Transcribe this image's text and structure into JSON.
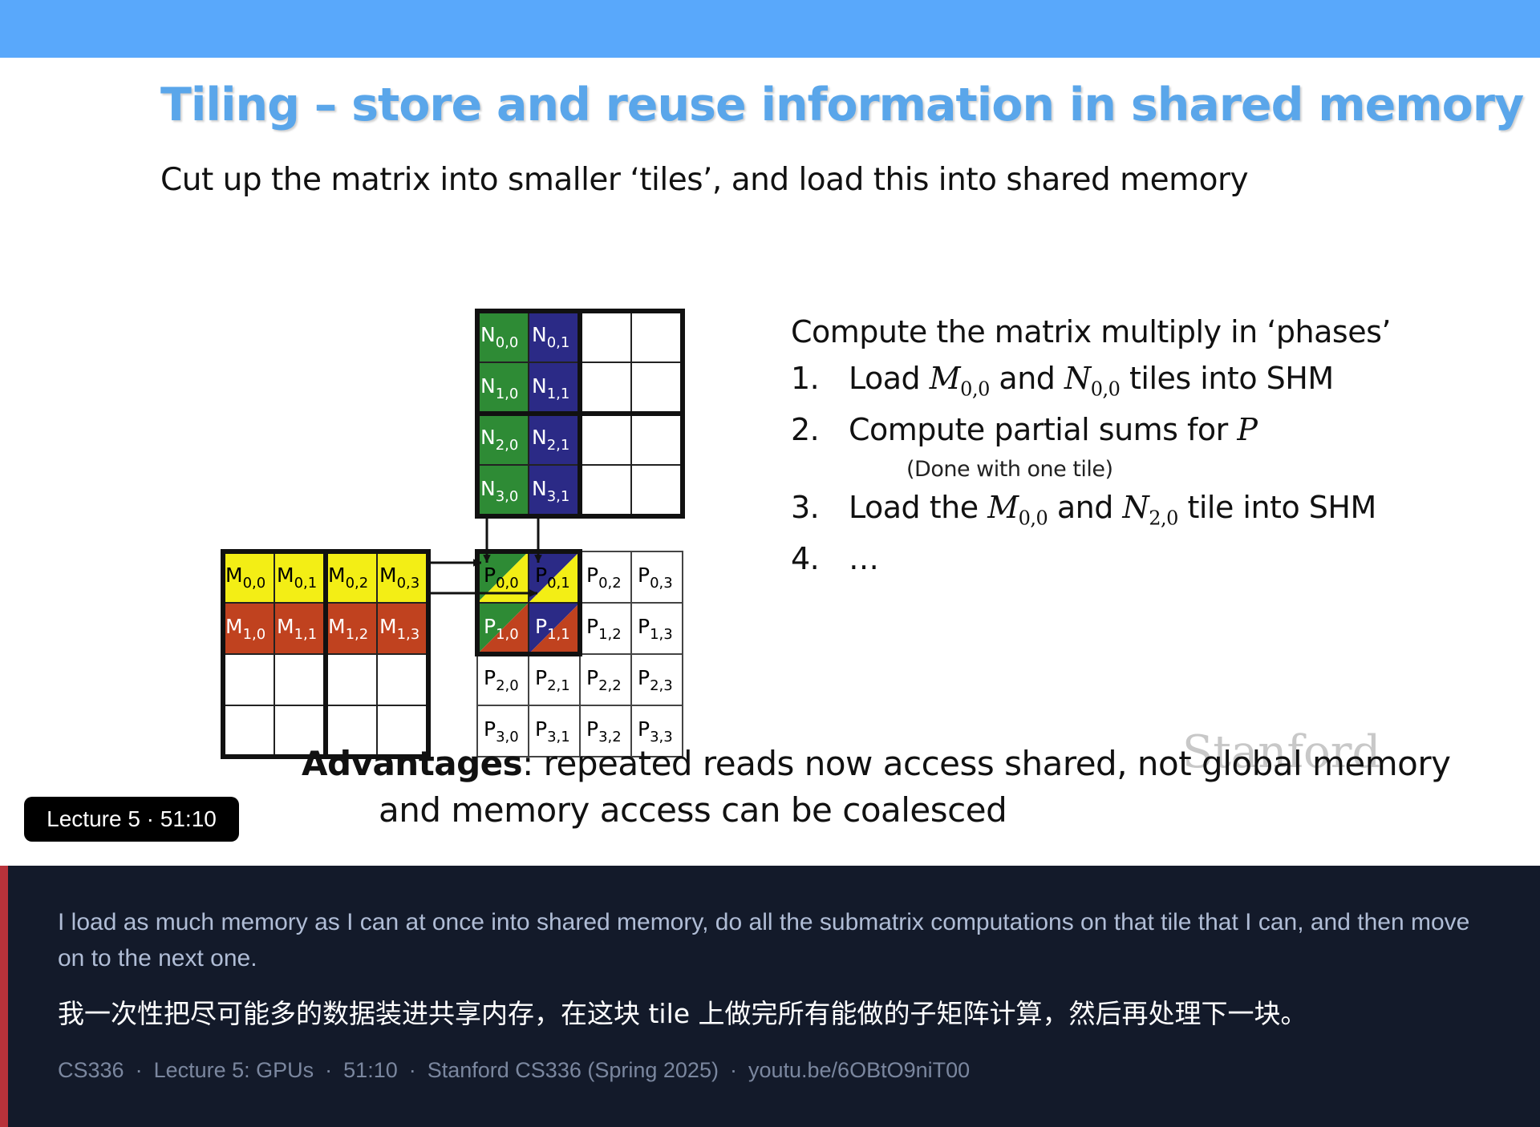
{
  "slide": {
    "title": "Tiling – store and reuse information in shared memory",
    "subtitle": "Cut up the matrix into smaller ‘tiles’, and load this into shared memory",
    "steps_lead": "Compute the matrix multiply in ‘phases’",
    "steps": {
      "s1": {
        "num": "1.",
        "pre": "Load ",
        "m": "M",
        "m_sub": "0,0",
        "mid": " and ",
        "n": "N",
        "n_sub": "0,0",
        "post": " tiles into SHM"
      },
      "s2": {
        "num": "2.",
        "pre": "Compute partial sums for ",
        "p": "P"
      },
      "s2_note": "(Done with one tile)",
      "s3": {
        "num": "3.",
        "pre": "Load the ",
        "m": "M",
        "m_sub": "0,0",
        "mid": " and  ",
        "n": "N",
        "n_sub": "2,0",
        "post": " tile into SHM"
      },
      "s4": {
        "num": "4.",
        "text": "…"
      }
    },
    "advantages_label": "Advantages",
    "advantages_line1": ": repeated reads now access shared, not global memory",
    "advantages_line2": "and memory access can be coalesced",
    "watermark": "Stanford",
    "diagram": {
      "n_labels": [
        [
          "N",
          "0,0"
        ],
        [
          "N",
          "0,1"
        ],
        [
          "N",
          "1,0"
        ],
        [
          "N",
          "1,1"
        ],
        [
          "N",
          "2,0"
        ],
        [
          "N",
          "2,1"
        ],
        [
          "N",
          "3,0"
        ],
        [
          "N",
          "3,1"
        ]
      ],
      "m_labels": [
        [
          "M",
          "0,0"
        ],
        [
          "M",
          "0,1"
        ],
        [
          "M",
          "0,2"
        ],
        [
          "M",
          "0,3"
        ],
        [
          "M",
          "1,0"
        ],
        [
          "M",
          "1,1"
        ],
        [
          "M",
          "1,2"
        ],
        [
          "M",
          "1,3"
        ]
      ],
      "p_labels": [
        [
          "P",
          "0,0"
        ],
        [
          "P",
          "0,1"
        ],
        [
          "P",
          "0,2"
        ],
        [
          "P",
          "0,3"
        ],
        [
          "P",
          "1,0"
        ],
        [
          "P",
          "1,1"
        ],
        [
          "P",
          "1,2"
        ],
        [
          "P",
          "1,3"
        ],
        [
          "P",
          "2,0"
        ],
        [
          "P",
          "2,1"
        ],
        [
          "P",
          "2,2"
        ],
        [
          "P",
          "2,3"
        ],
        [
          "P",
          "3,0"
        ],
        [
          "P",
          "3,1"
        ],
        [
          "P",
          "3,2"
        ],
        [
          "P",
          "3,3"
        ]
      ],
      "colors": {
        "green": "#2e8b35",
        "navy": "#2b2a86",
        "yellow": "#f3ee15",
        "red": "#c0421f"
      }
    }
  },
  "badge": "Lecture 5 · 51:10",
  "caption": {
    "en": "I load as much memory as I can at once into shared memory, do all the submatrix computations on that tile that I can, and then move on to the next one.",
    "zh": "我一次性把尽可能多的数据装进共享内存，在这块 tile 上做完所有能做的子矩阵计算，然后再处理下一块。",
    "meta": [
      "CS336",
      "Lecture 5: GPUs",
      "51:10",
      "Stanford CS336 (Spring 2025)",
      "youtu.be/6OBtO9niT00"
    ],
    "accent": "#b8323a"
  }
}
